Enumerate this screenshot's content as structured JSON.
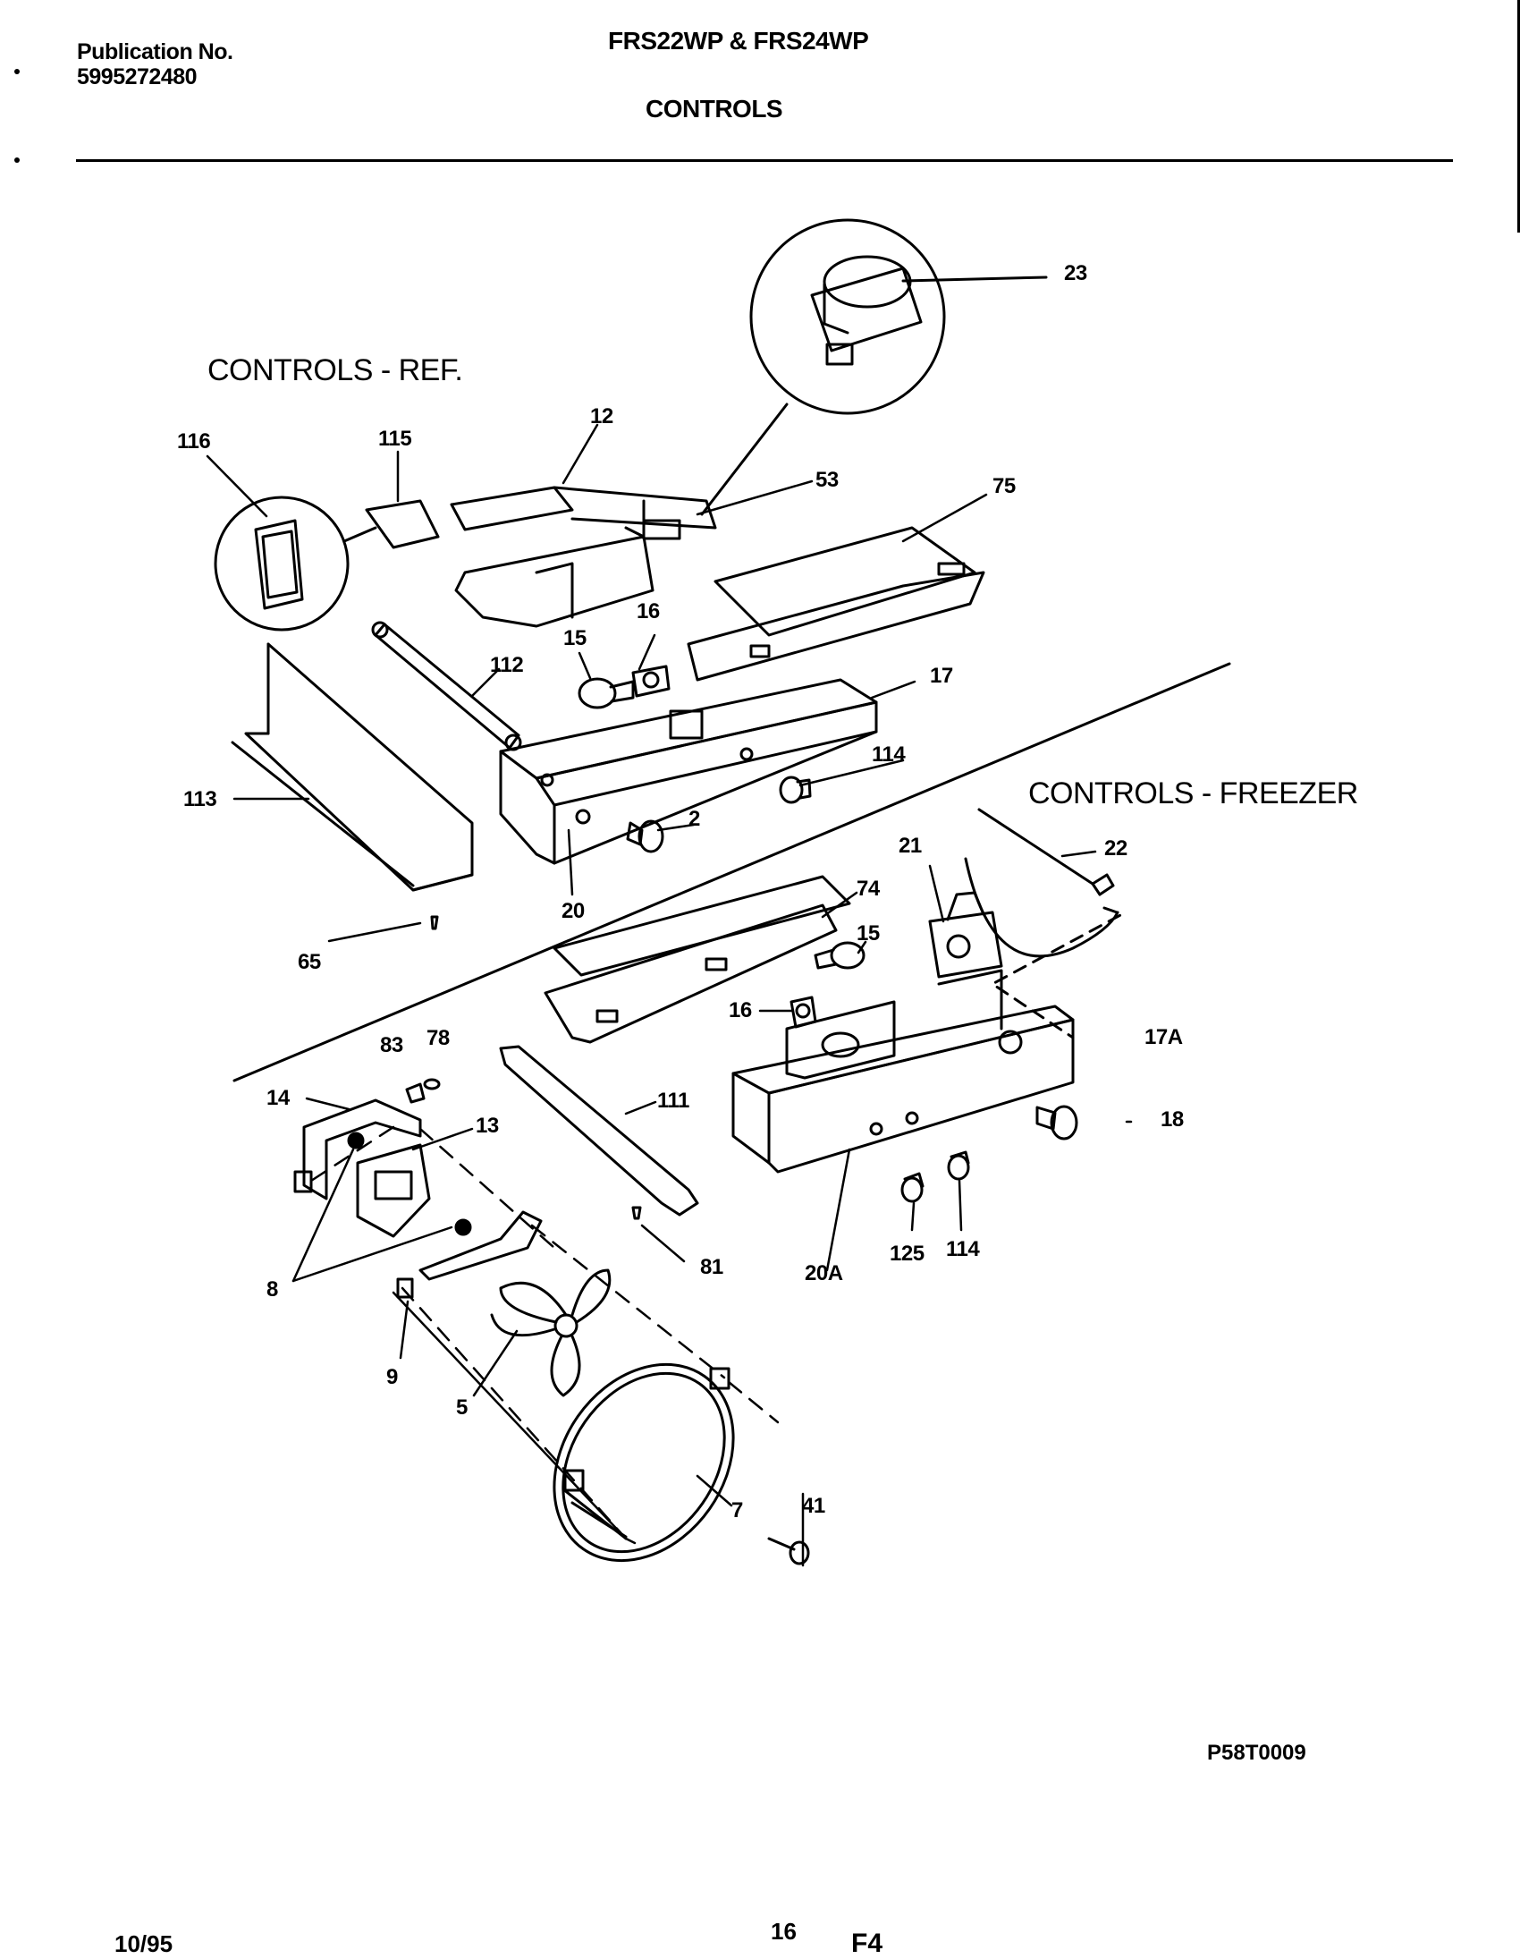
{
  "header": {
    "publication_label": "Publication No.",
    "publication_number": "5995272480",
    "models": "FRS22WP & FRS24WP",
    "section_title": "CONTROLS"
  },
  "diagram": {
    "group_ref_label": "CONTROLS - REF.",
    "group_freezer_label": "CONTROLS - FREEZER",
    "callouts": {
      "c23": "23",
      "c116": "116",
      "c115": "115",
      "c12": "12",
      "c53": "53",
      "c75": "75",
      "c16a": "16",
      "c15a": "15",
      "c112": "112",
      "c17": "17",
      "c113": "113",
      "c114a": "114",
      "c2": "2",
      "c20": "20",
      "c65": "65",
      "c74": "74",
      "c21": "21",
      "c22": "22",
      "c15b": "15",
      "c16b": "16",
      "c17A": "17A",
      "c83": "83",
      "c78": "78",
      "c14": "14",
      "c13": "13",
      "c111": "111",
      "c18": "18",
      "c8": "8",
      "c81": "81",
      "c20A": "20A",
      "c125": "125",
      "c114b": "114",
      "c9": "9",
      "c5": "5",
      "c41": "41",
      "c7": "7"
    },
    "drawing_code": "P58T0009"
  },
  "footer": {
    "date": "10/95",
    "page_number": "16",
    "sheet_code": "F4"
  }
}
